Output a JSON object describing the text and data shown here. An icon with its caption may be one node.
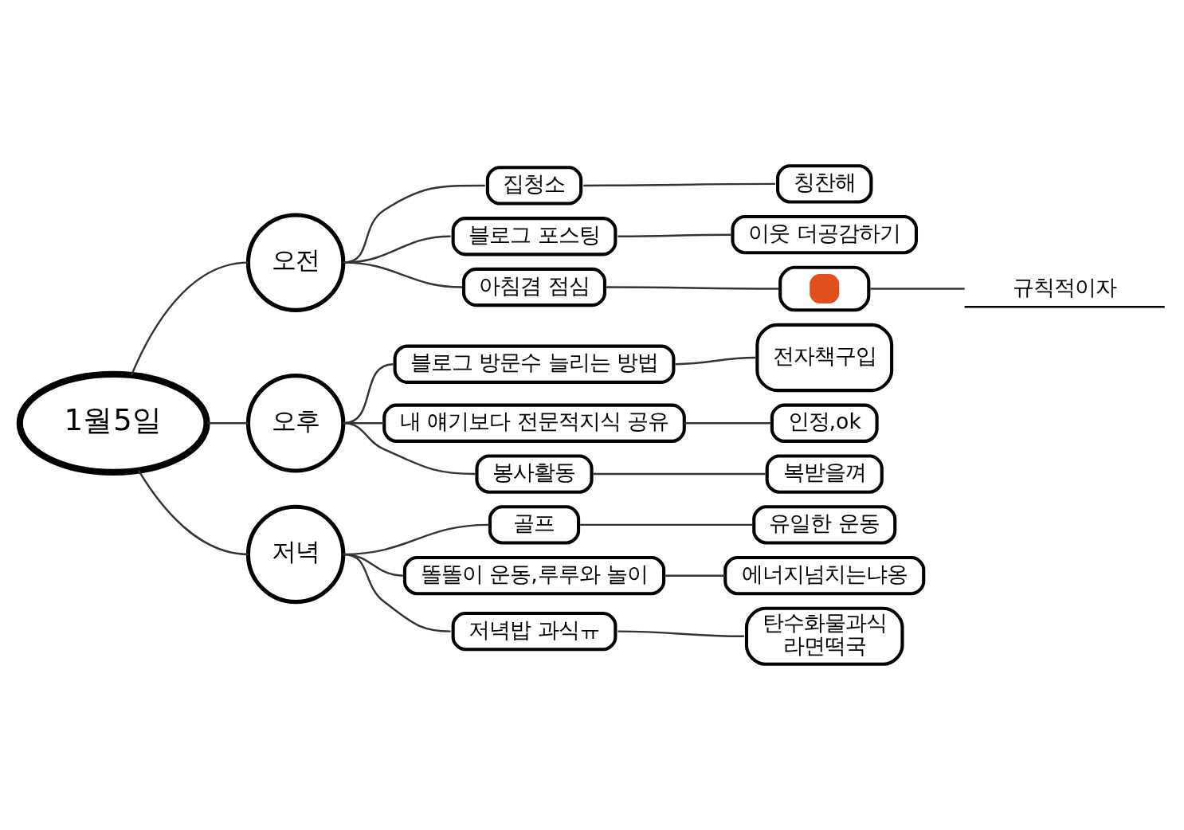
{
  "diagram": {
    "nodes": [
      {
        "text": [
          "1월5일"
        ]
      },
      {
        "text": [
          "오전"
        ]
      },
      {
        "text": [
          "집청소"
        ]
      },
      {
        "text": [
          "칭찬해"
        ]
      },
      {
        "text": [
          "블로그 포스팅"
        ]
      },
      {
        "text": [
          "이웃 더공감하기"
        ]
      },
      {
        "text": [
          "아침겸 점심"
        ]
      },
      {
        "text": [],
        "shape": "picture"
      },
      {
        "text": [
          "규칙적이자"
        ]
      },
      {
        "text": [
          "오후"
        ]
      },
      {
        "text": [
          "블로그 방문수 늘리는 방법"
        ]
      },
      {
        "text": [
          "전자책구입"
        ]
      },
      {
        "text": [
          "내 얘기보다 전문적지식 공유"
        ]
      },
      {
        "text": [
          "인정,ok"
        ]
      },
      {
        "text": [
          "봉사활동"
        ]
      },
      {
        "text": [
          "복받을껴"
        ]
      },
      {
        "text": [
          "저녁"
        ]
      },
      {
        "text": [
          "골프"
        ]
      },
      {
        "text": [
          "유일한 운동"
        ]
      },
      {
        "text": [
          "똘똘이 운동,루루와 놀이"
        ]
      },
      {
        "text": [
          "에너지넘치는냐옹"
        ]
      },
      {
        "text": [
          "저녁밥 과식ㅠ"
        ]
      },
      {
        "text": [
          "탄수화물과식 라면떡국"
        ]
      }
    ],
    "edges": [
      {
        "from": 0,
        "to": 1,
        "arrow": "none"
      },
      {
        "from": 1,
        "to": 2,
        "arrow": "none"
      },
      {
        "from": 2,
        "to": 3,
        "arrow": "none"
      },
      {
        "from": 1,
        "to": 4,
        "arrow": "none"
      },
      {
        "from": 4,
        "to": 5,
        "arrow": "none"
      },
      {
        "from": 1,
        "to": 6,
        "arrow": "none"
      },
      {
        "from": 6,
        "to": 7,
        "arrow": "none"
      },
      {
        "from": 7,
        "to": 8,
        "arrow": "none"
      },
      {
        "from": 0,
        "to": 9,
        "arrow": "none"
      },
      {
        "from": 9,
        "to": 10,
        "arrow": "none"
      },
      {
        "from": 10,
        "to": 11,
        "arrow": "none"
      },
      {
        "from": 9,
        "to": 12,
        "arrow": "none"
      },
      {
        "from": 12,
        "to": 13,
        "arrow": "none"
      },
      {
        "from": 9,
        "to": 14,
        "arrow": "none"
      },
      {
        "from": 14,
        "to": 15,
        "arrow": "none"
      },
      {
        "from": 0,
        "to": 16,
        "arrow": "none"
      },
      {
        "from": 16,
        "to": 17,
        "arrow": "none"
      },
      {
        "from": 17,
        "to": 18,
        "arrow": "none"
      },
      {
        "from": 16,
        "to": 19,
        "arrow": "none"
      },
      {
        "from": 19,
        "to": 20,
        "arrow": "none"
      },
      {
        "from": 16,
        "to": 21,
        "arrow": "none"
      },
      {
        "from": 21,
        "to": 22,
        "arrow": "none"
      }
    ]
  }
}
